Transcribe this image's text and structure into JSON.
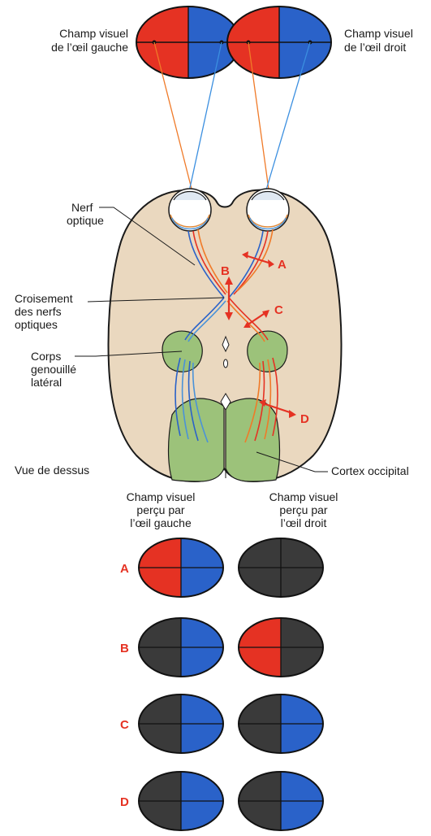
{
  "colors": {
    "left_half": "#e53223",
    "right_half": "#2a62c9",
    "blind": "#3a3a3a",
    "brain": "#ead8bf",
    "cortex": "#9cc27a",
    "arrow": "#e53223"
  },
  "top_fields": {
    "left_label_1": "Champ visuel",
    "left_label_2": "de l’œil gauche",
    "right_label_1": "Champ visuel",
    "right_label_2": "de l’œil droit"
  },
  "brain_labels": {
    "nerf_1": "Nerf",
    "nerf_2": "optique",
    "crois_1": "Croisement",
    "crois_2": "des nerfs",
    "crois_3": "optiques",
    "corps_1": "Corps",
    "corps_2": "genouillé",
    "corps_3": "latéral",
    "view": "Vue de dessus",
    "cortex": "Cortex occipital"
  },
  "lesions": [
    "A",
    "B",
    "C",
    "D"
  ],
  "perceived": {
    "left_header_1": "Champ visuel",
    "left_header_2": "perçu par",
    "left_header_3": "l’œil gauche",
    "right_header_1": "Champ visuel",
    "right_header_2": "perçu par",
    "right_header_3": "l’œil droit",
    "rows": [
      {
        "label": "A",
        "left": [
          "left_half",
          "right_half"
        ],
        "right": [
          "blind",
          "blind"
        ]
      },
      {
        "label": "B",
        "left": [
          "blind",
          "right_half"
        ],
        "right": [
          "left_half",
          "blind"
        ]
      },
      {
        "label": "C",
        "left": [
          "blind",
          "right_half"
        ],
        "right": [
          "blind",
          "right_half"
        ]
      },
      {
        "label": "D",
        "left": [
          "blind",
          "right_half"
        ],
        "right": [
          "blind",
          "right_half"
        ]
      }
    ]
  }
}
